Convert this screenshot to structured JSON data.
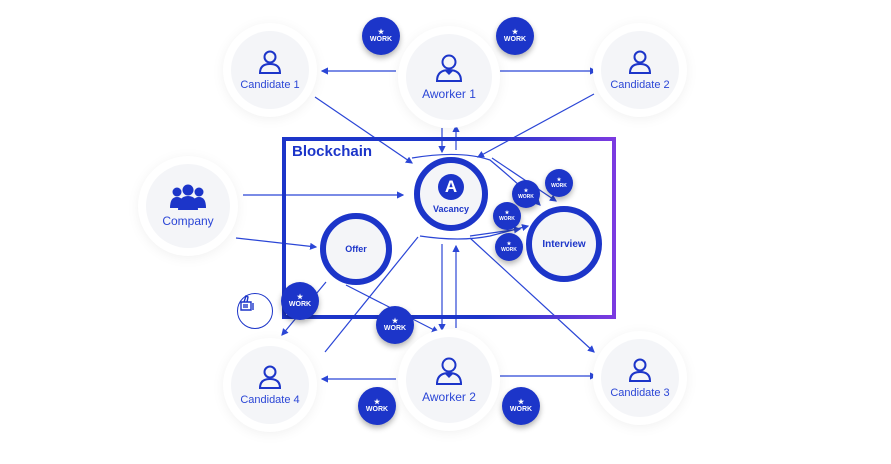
{
  "title": "Blockchain",
  "colors": {
    "primary": "#1c35c9",
    "accent": "#7b3ae0",
    "text": "#2b46d6"
  },
  "nodes": {
    "candidate1": {
      "label": "Candidate 1",
      "icon": "user-icon"
    },
    "candidate2": {
      "label": "Candidate 2",
      "icon": "user-icon"
    },
    "candidate3": {
      "label": "Candidate 3",
      "icon": "user-icon"
    },
    "candidate4": {
      "label": "Candidate 4",
      "icon": "user-icon"
    },
    "aworker1": {
      "label": "Aworker 1",
      "icon": "worker-icon"
    },
    "aworker2": {
      "label": "Aworker 2",
      "icon": "worker-icon"
    },
    "company": {
      "label": "Company",
      "icon": "group-icon"
    }
  },
  "stages": {
    "vacancy": {
      "label": "Vacancy",
      "badge": "A"
    },
    "offer": {
      "label": "Offer"
    },
    "interview": {
      "label": "Interview"
    }
  },
  "token_label": "WORK"
}
